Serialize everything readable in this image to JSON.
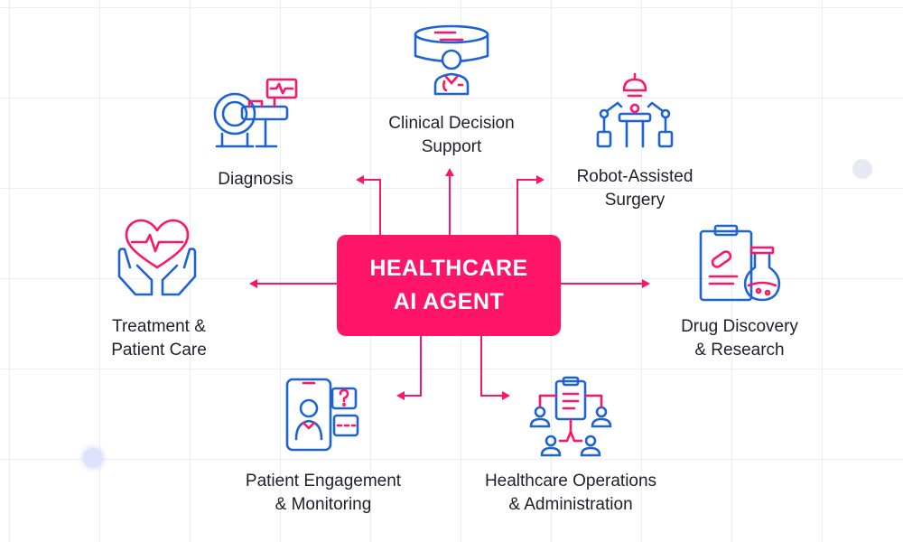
{
  "center": {
    "line1": "HEALTHCARE",
    "line2": "AI AGENT"
  },
  "colors": {
    "accent": "#ff1567",
    "icon_blue": "#1d63d8",
    "icon_pink": "#ff1567",
    "text": "#1f1f2e"
  },
  "nodes": {
    "clinical_decision_support": {
      "line1": "Clinical Decision",
      "line2": "Support",
      "icon": "doctor-monitor-icon"
    },
    "diagnosis": {
      "line1": "Diagnosis",
      "icon": "mri-scanner-icon"
    },
    "robot_assisted_surgery": {
      "line1": "Robot-Assisted",
      "line2": "Surgery",
      "icon": "robotic-arms-icon"
    },
    "treatment_patient_care": {
      "line1": "Treatment &",
      "line2": "Patient Care",
      "icon": "hands-heart-icon"
    },
    "drug_discovery_research": {
      "line1": "Drug Discovery",
      "line2": "& Research",
      "icon": "clipboard-flask-icon"
    },
    "patient_engagement_monitoring": {
      "line1": "Patient Engagement",
      "line2": "& Monitoring",
      "icon": "telehealth-phone-icon"
    },
    "healthcare_operations_administration": {
      "line1": "Healthcare Operations",
      "line2": "& Administration",
      "icon": "team-clipboard-icon"
    }
  }
}
